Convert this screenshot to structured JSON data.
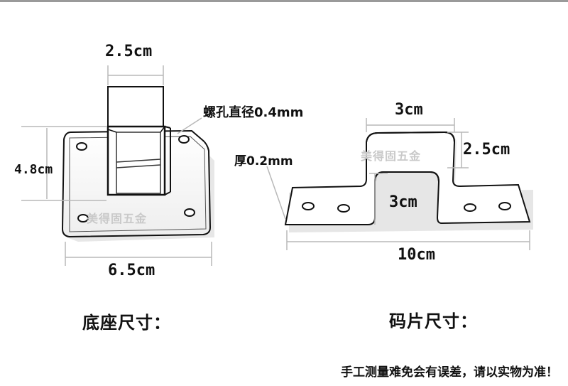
{
  "base": {
    "caption": "底座尺寸：",
    "tube_width": "2.5cm",
    "screw_hole": "螺孔直径0.4mm",
    "hole_spacing": "4.8cm",
    "plate_width": "6.5cm",
    "watermark": "美得固五金"
  },
  "clip": {
    "caption": "码片尺寸：",
    "top_width": "3cm",
    "flange_depth": "2.5cm",
    "thickness": "厚0.2mm",
    "height": "3cm",
    "length": "10cm",
    "watermark": "美得固五金"
  },
  "disclaimer": "手工测量难免会有误差，请以实物为准！"
}
